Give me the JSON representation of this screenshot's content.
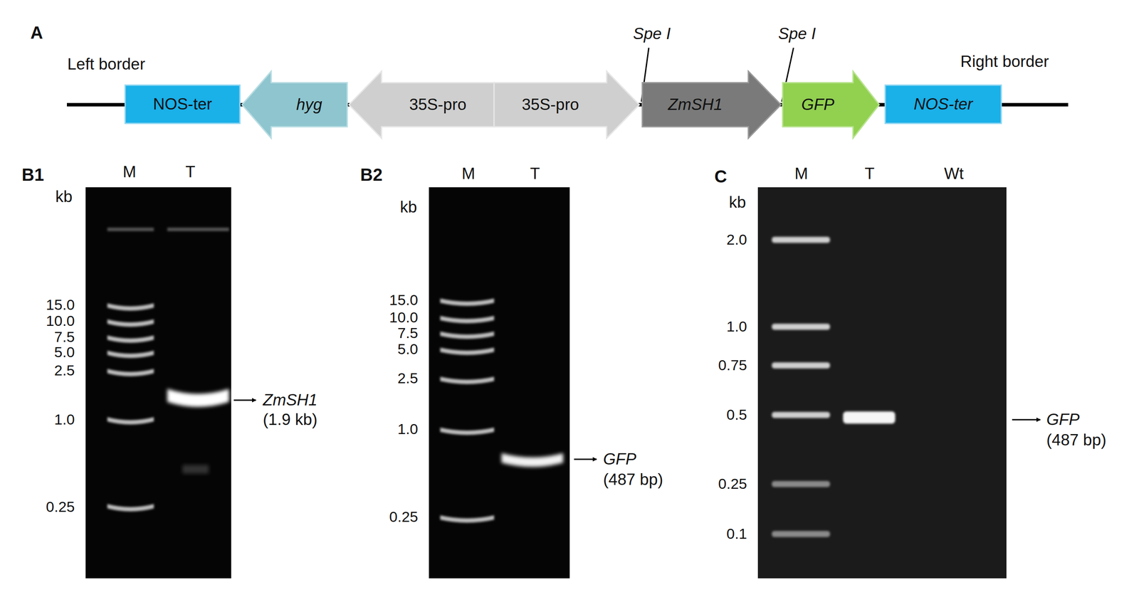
{
  "diagram": {
    "nodes": [
      {
        "text": [
          "NOS-ter"
        ]
      },
      {
        "text": [
          "hyg"
        ]
      },
      {
        "text": [
          "35S-pro"
        ]
      },
      {
        "text": [
          "35S-pro"
        ]
      },
      {
        "text": [
          "ZmSH1"
        ]
      },
      {
        "text": [
          "GFP"
        ]
      },
      {
        "text": [
          "NOS-ter"
        ]
      }
    ],
    "labels": [
      "A",
      "Left border",
      "Right border",
      "Spe I",
      "Spe I",
      "B1",
      "M",
      "T",
      "kb",
      "15.0",
      "10.0",
      "7.5",
      "5.0",
      "2.5",
      "1.0",
      "0.25",
      "ZmSH1",
      "(1.9 kb)",
      "B2",
      "M",
      "T",
      "kb",
      "15.0",
      "10.0",
      "7.5",
      "5.0",
      "2.5",
      "1.0",
      "0.25",
      "GFP",
      "(487 bp)",
      "C",
      "M",
      "T",
      "Wt",
      "kb",
      "2.0",
      "1.0",
      "0.75",
      "0.5",
      "0.25",
      "0.1",
      "GFP",
      "(487 bp)"
    ]
  }
}
